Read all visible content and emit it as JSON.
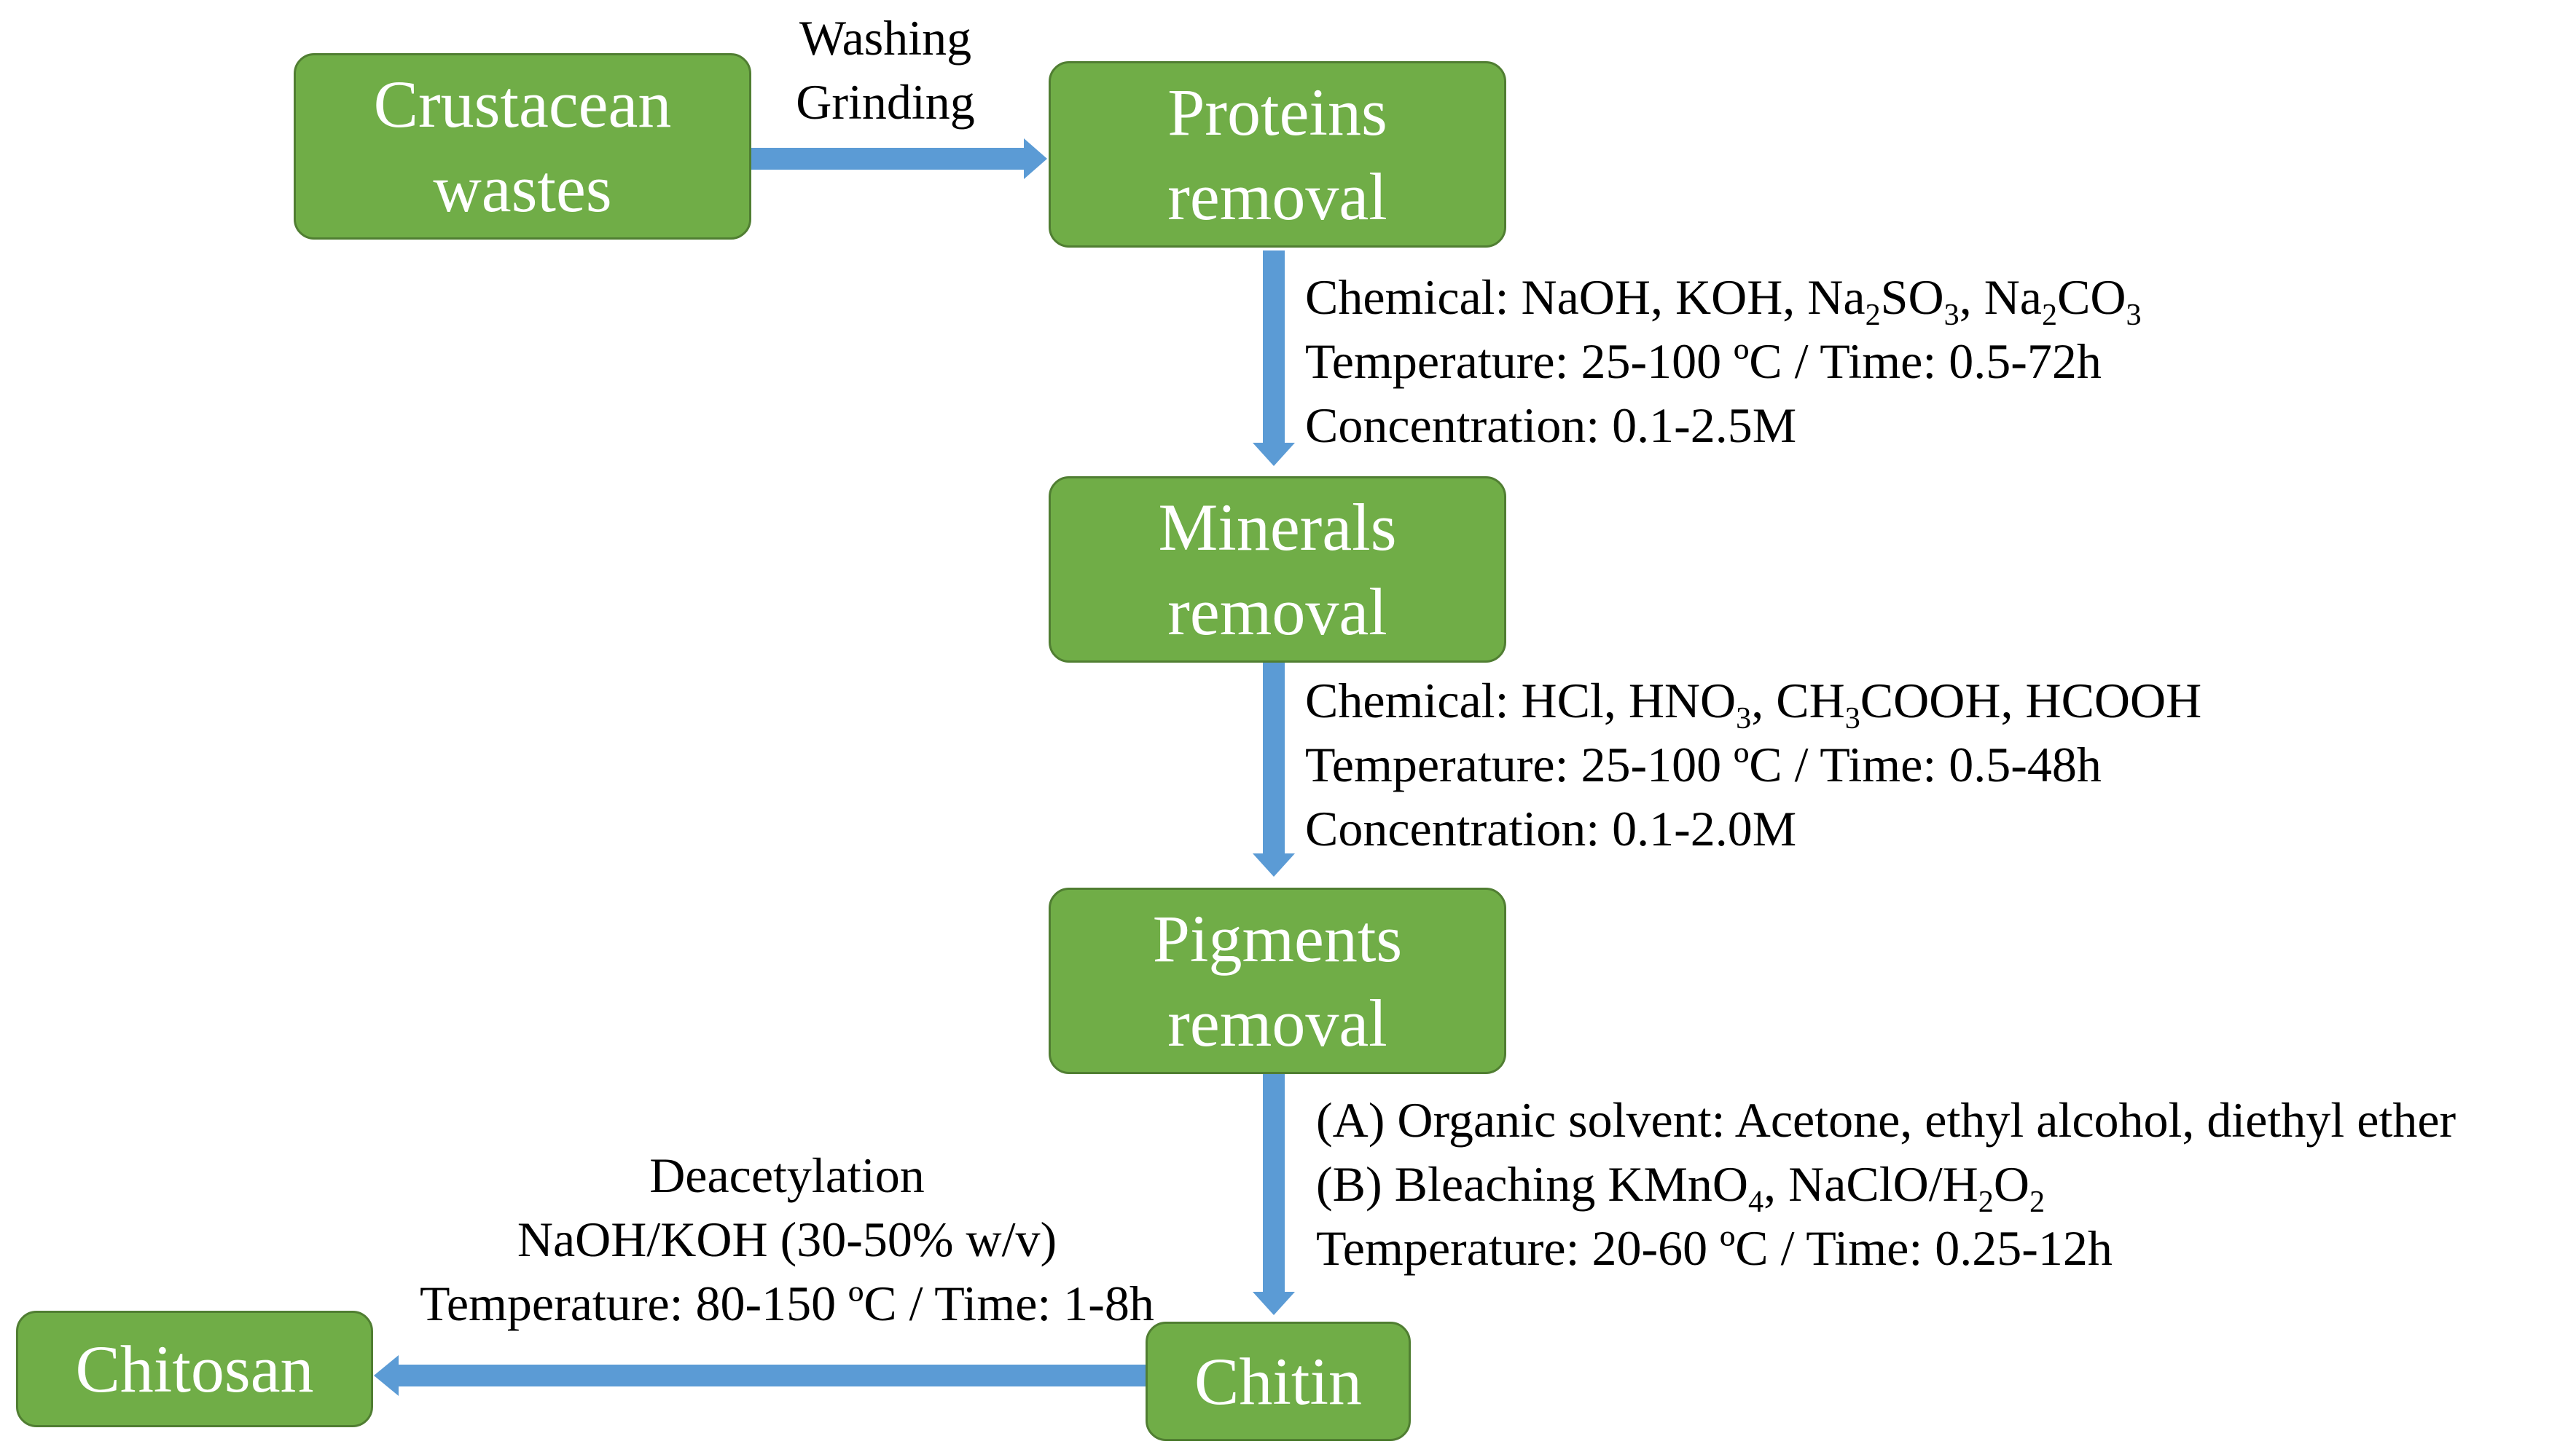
{
  "colors": {
    "box_fill": "#70ad47",
    "box_border": "#507e32",
    "box_text": "#ffffff",
    "arrow": "#5b9bd5",
    "text": "#000000"
  },
  "nodes": {
    "crustacean_wastes": {
      "line1": "Crustacean",
      "line2": "wastes"
    },
    "proteins_removal": {
      "line1": "Proteins",
      "line2": "removal"
    },
    "minerals_removal": {
      "line1": "Minerals",
      "line2": "removal"
    },
    "pigments_removal": {
      "line1": "Pigments",
      "line2": "removal"
    },
    "chitin": {
      "label": "Chitin"
    },
    "chitosan": {
      "label": "Chitosan"
    }
  },
  "edges": {
    "wastes_to_proteins": {
      "line1": "Washing",
      "line2": "Grinding"
    },
    "proteins_to_minerals": {
      "chemical_prefix": "Chemical: NaOH, KOH, Na",
      "sub_a": "2",
      "mid_a": "SO",
      "sub_b": "3",
      "mid_b": ", Na",
      "sub_c": "2",
      "mid_c": "CO",
      "sub_d": "3",
      "temperature": "Temperature: 25-100 ºC / Time:  0.5-72h",
      "concentration": "Concentration: 0.1-2.5M"
    },
    "minerals_to_pigments": {
      "chemical_prefix": "Chemical: HCl, HNO",
      "sub_a": "3",
      "mid_a": ", CH",
      "sub_b": "3",
      "mid_b": "COOH, HCOOH",
      "temperature": "Temperature: 25-100 ºC / Time:  0.5-48h",
      "concentration": "Concentration: 0.1-2.0M"
    },
    "pigments_to_chitin": {
      "option_a": "(A)  Organic solvent: Acetone, ethyl alcohol, diethyl ether",
      "option_b_prefix": "(B)  Bleaching KMnO",
      "sub_a": "4",
      "mid_a": ", NaClO/H",
      "sub_b": "2",
      "mid_b": "O",
      "sub_c": "2",
      "temperature": "Temperature: 20-60 ºC / Time:  0.25-12h"
    },
    "chitin_to_chitosan": {
      "line1": "Deacetylation",
      "line2": "NaOH/KOH (30-50% w/v)",
      "line3": "Temperature: 80-150 ºC / Time:  1-8h"
    }
  }
}
